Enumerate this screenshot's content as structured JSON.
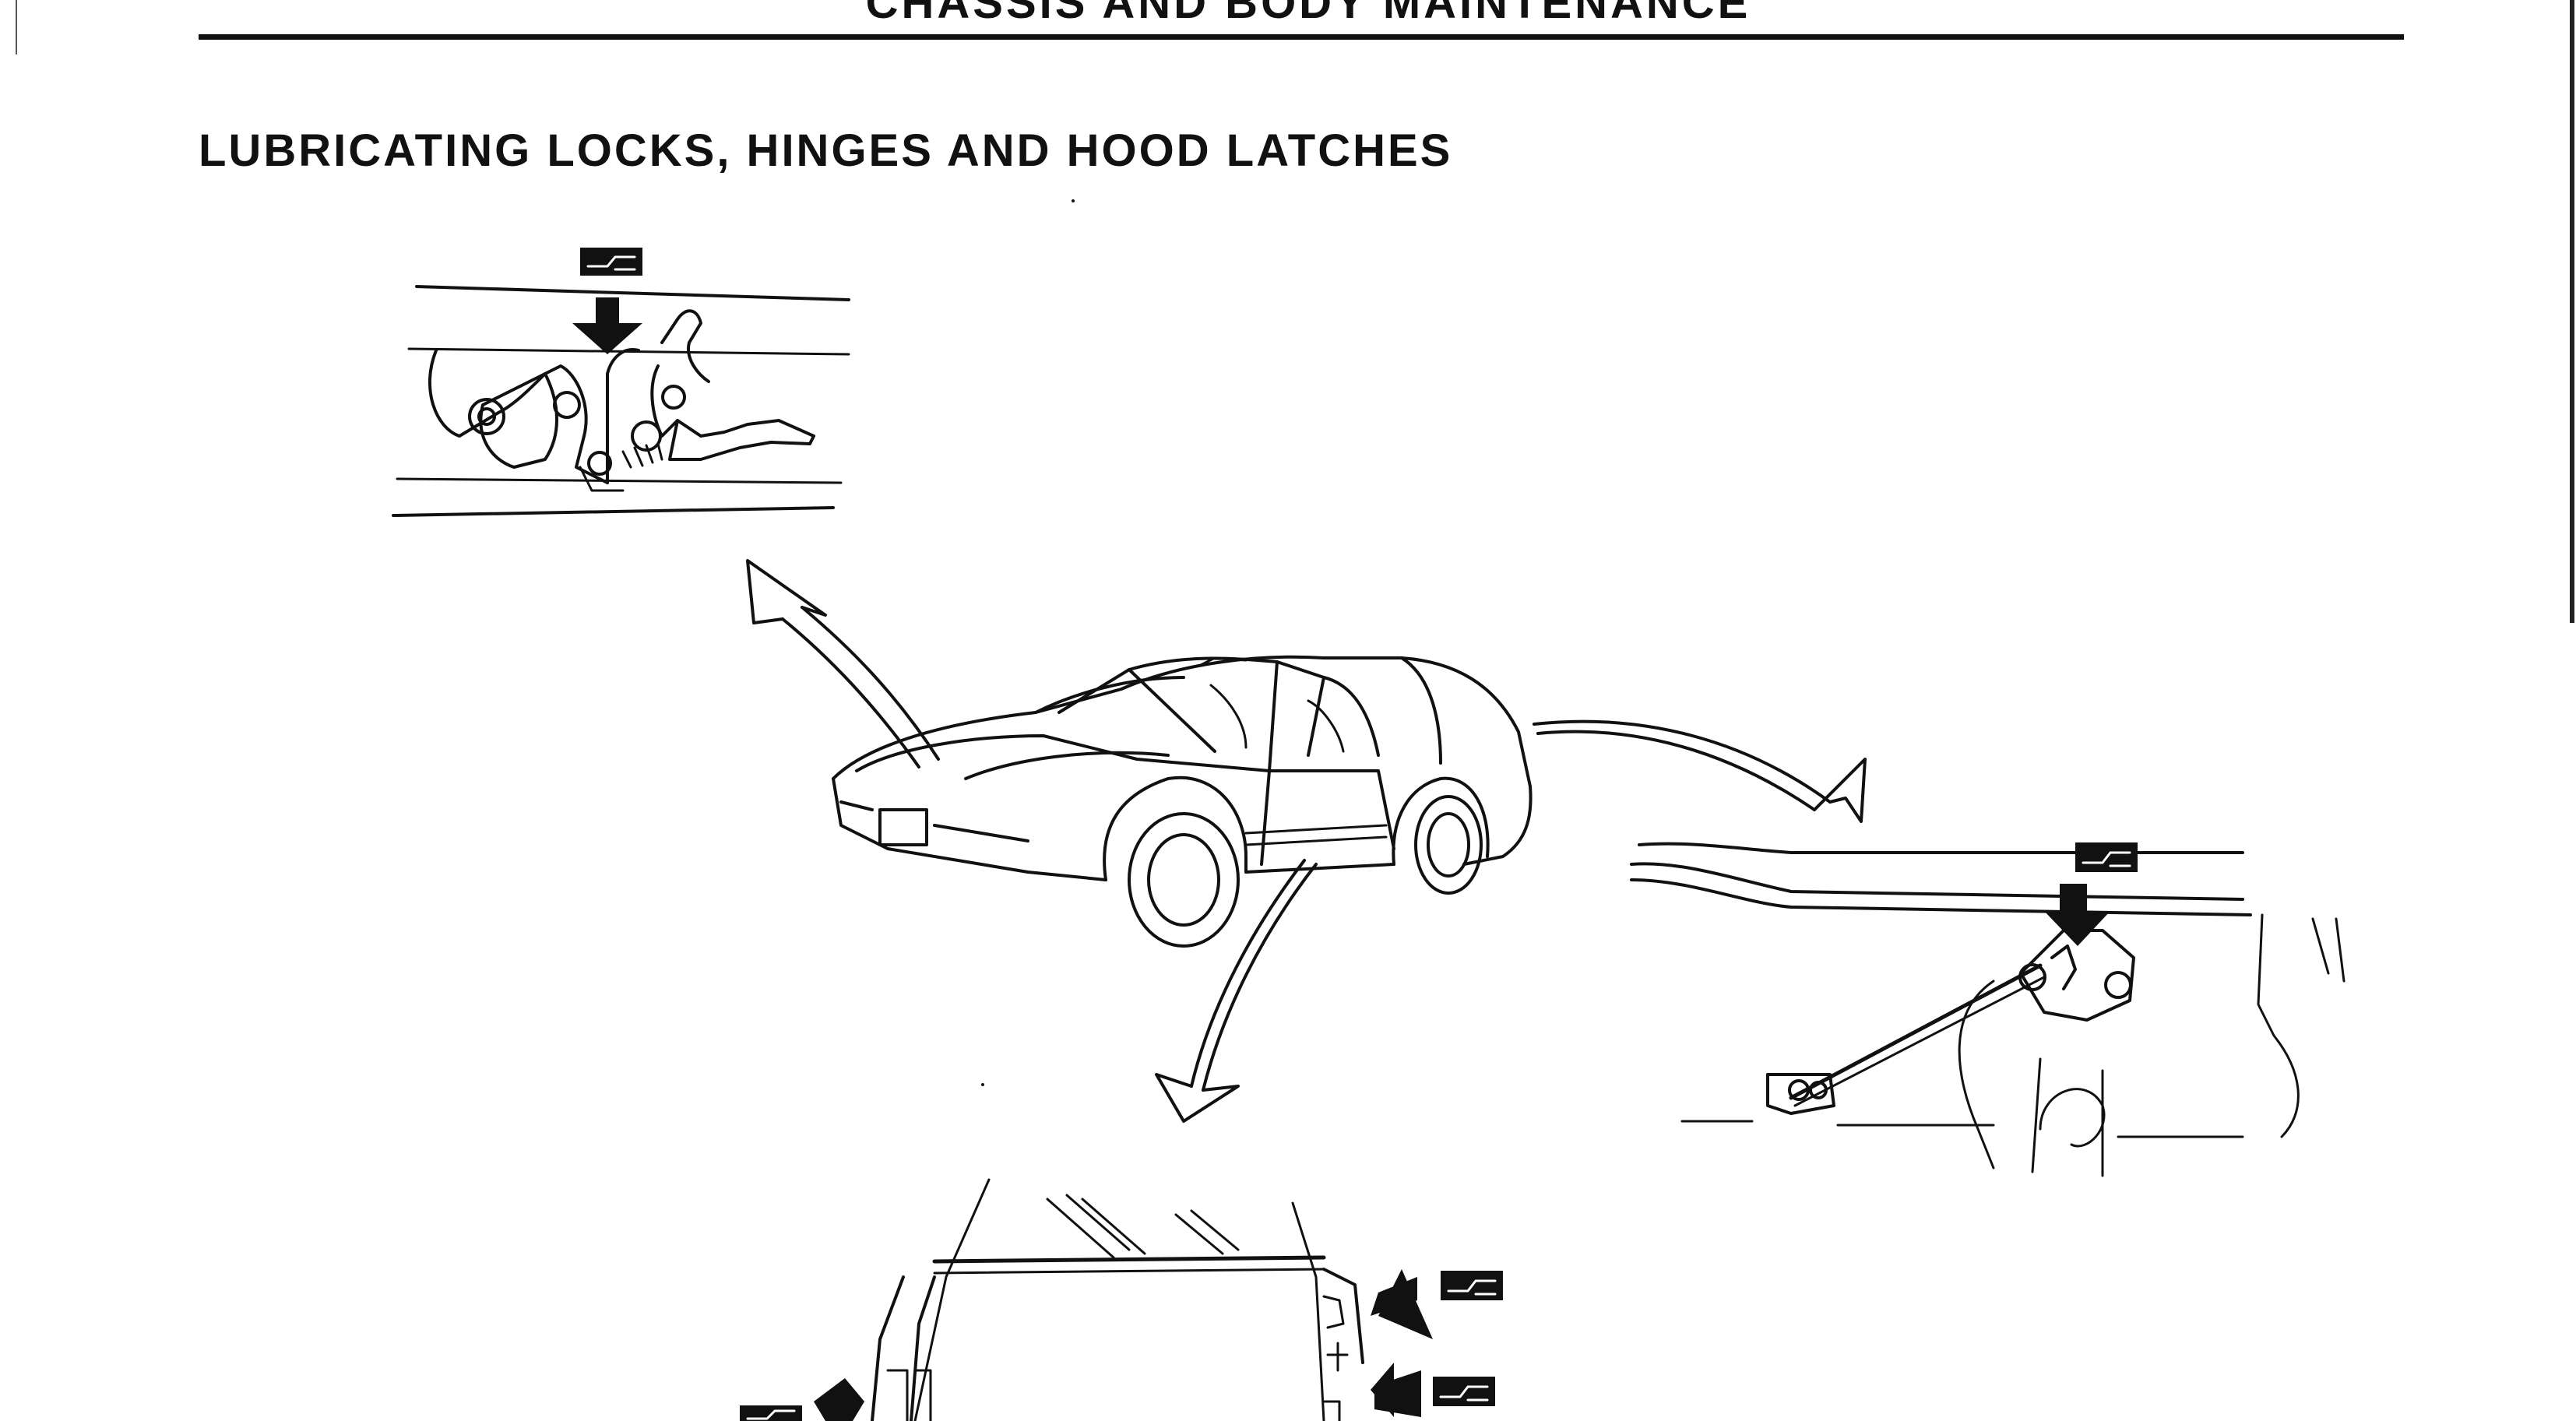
{
  "page": {
    "header_title": "CHASSIS AND BODY MAINTENANCE",
    "section_heading": "LUBRICATING LOCKS, HINGES AND HOOD LATCHES"
  },
  "illustration": {
    "central_item": "car",
    "callouts": [
      {
        "id": "hood-latch",
        "position_word": "top-left",
        "lube_symbols": 1,
        "arrows": 1
      },
      {
        "id": "trunk-latch",
        "position_word": "right",
        "lube_symbols": 1,
        "arrows": 1
      },
      {
        "id": "door-hinges",
        "position_word": "bottom",
        "lube_symbols": 3,
        "arrows": 3
      }
    ],
    "colors": {
      "ink": "#111111",
      "paper": "#ffffff"
    }
  }
}
